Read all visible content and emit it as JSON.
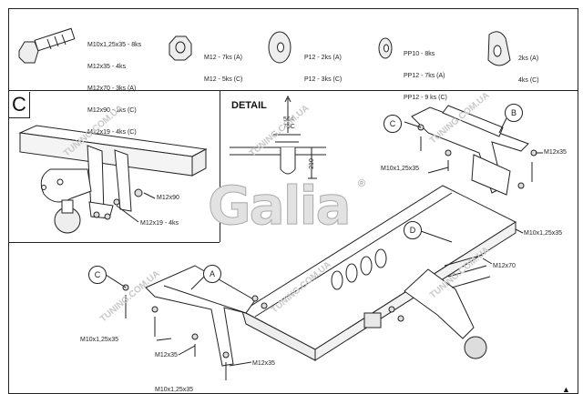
{
  "parts": {
    "bolt": [
      "M10x1,25x35 - 8ks",
      "M12x35 - 4ks",
      "M12x70 - 3ks (A)",
      "M12x90 - 1ks (C)",
      "M12x19 - 4ks (C)"
    ],
    "nut": [
      "M12 - 7ks (A)",
      "M12 - 5ks (C)"
    ],
    "washer": [
      "P12 - 2ks (A)",
      "P12 - 3ks (C)"
    ],
    "spring_washer": [
      "PP10 - 8ks",
      "PP12 - 7ks (A)",
      "PP12 - 9 ks (C)"
    ],
    "spacer": [
      "2ks (A)",
      "4ks (C)"
    ]
  },
  "section": {
    "letter": "C",
    "labels": {
      "m12x90": "M12x90",
      "m12x19": "M12x19 - 4ks"
    }
  },
  "detail": {
    "title": "DETAIL",
    "dim1": "56A",
    "dim2": "78C",
    "dim3": "210"
  },
  "callouts": {
    "a": "A",
    "b": "B",
    "c1": "C",
    "c2": "C",
    "d": "D"
  },
  "labels": {
    "m12x35_right": "M12x35",
    "m10_right_top": "M10x1,25x35",
    "m10_right_mid": "M10x1,25x35",
    "m12x70": "M12x70",
    "m10_left": "M10x1,25x35",
    "m12x35_left": "M12x35",
    "m12x35_center": "M12x35",
    "m10_bottom": "M10x1,25x35"
  },
  "watermark": "TUNING.COM.UA",
  "logo": {
    "text": "Galia",
    "mark": "®"
  }
}
